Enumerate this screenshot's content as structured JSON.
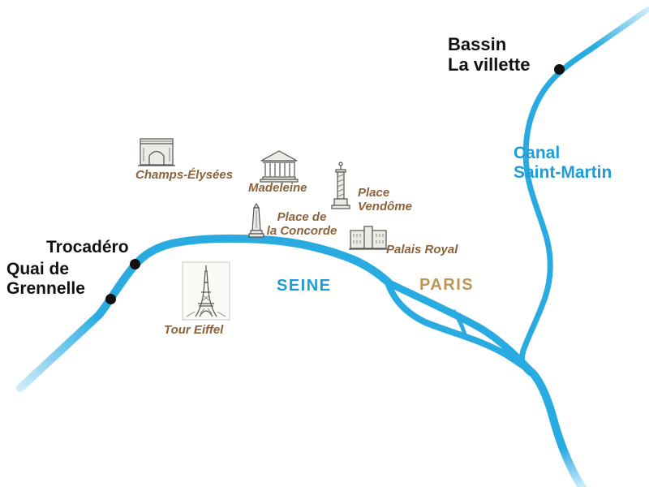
{
  "map": {
    "region": "Paris",
    "colors": {
      "river": "#29ABE2",
      "river_light": "#CDEBF8",
      "label_black": "#111111",
      "label_blue": "#1E9CD7",
      "label_brown": "#8C6239",
      "paris_tan": "#BD9556"
    },
    "water_labels": {
      "seine": "SEINE",
      "canal_line1": "Canal",
      "canal_line2": "Saint-Martin"
    },
    "city_label": "PARIS",
    "stations": {
      "bassin_line1": "Bassin",
      "bassin_line2": "La villette",
      "trocadero": "Trocadéro",
      "quai_line1": "Quai de",
      "quai_line2": "Grennelle"
    },
    "landmarks": {
      "champs": "Champs-Élysées",
      "madeleine": "Madeleine",
      "vendome_line1": "Place",
      "vendome_line2": "Vendôme",
      "concorde_line1": "Place de",
      "concorde_line2": "la Concorde",
      "palais": "Palais Royal",
      "tour_eiffel": "Tour Eiffel"
    }
  }
}
